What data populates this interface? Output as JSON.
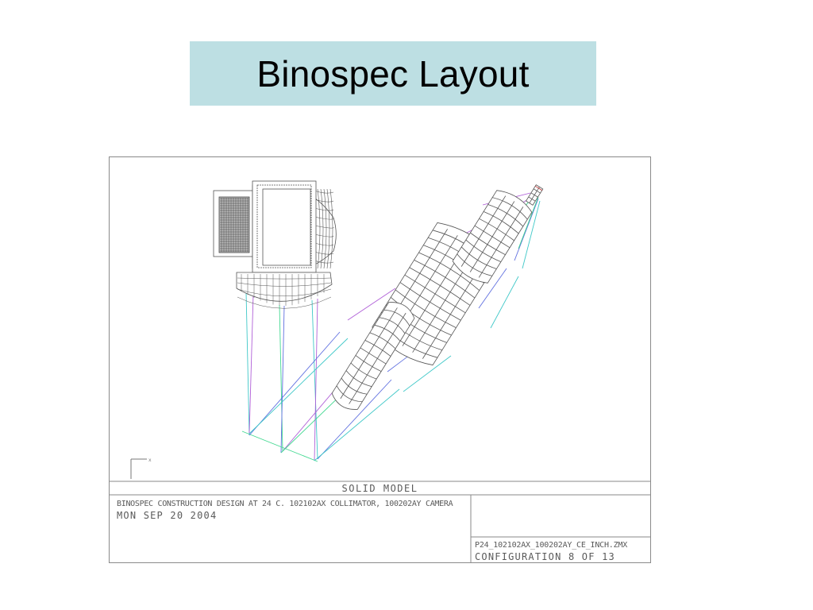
{
  "slide": {
    "title": "Binospec Layout",
    "title_bg": "#bddfe3"
  },
  "drawing": {
    "title_block": {
      "header": "SOLID MODEL",
      "description": "BINOSPEC CONSTRUCTION DESIGN AT 24 C. 102102AX COLLIMATOR, 100202AY CAMERA",
      "date": "MON SEP 20 2004",
      "filename": "P24_102102AX_100202AY_CE_INCH.ZMX",
      "configuration": "CONFIGURATION 8 OF 13"
    },
    "ray_colors": [
      "#3fc8c8",
      "#b060d8",
      "#40d890",
      "#6070e0"
    ],
    "line_color": "#555555",
    "components": [
      "detector-assembly",
      "collimator-mirror",
      "camera-lens-1",
      "camera-lens-2",
      "camera-lens-3",
      "focal-plane"
    ]
  }
}
